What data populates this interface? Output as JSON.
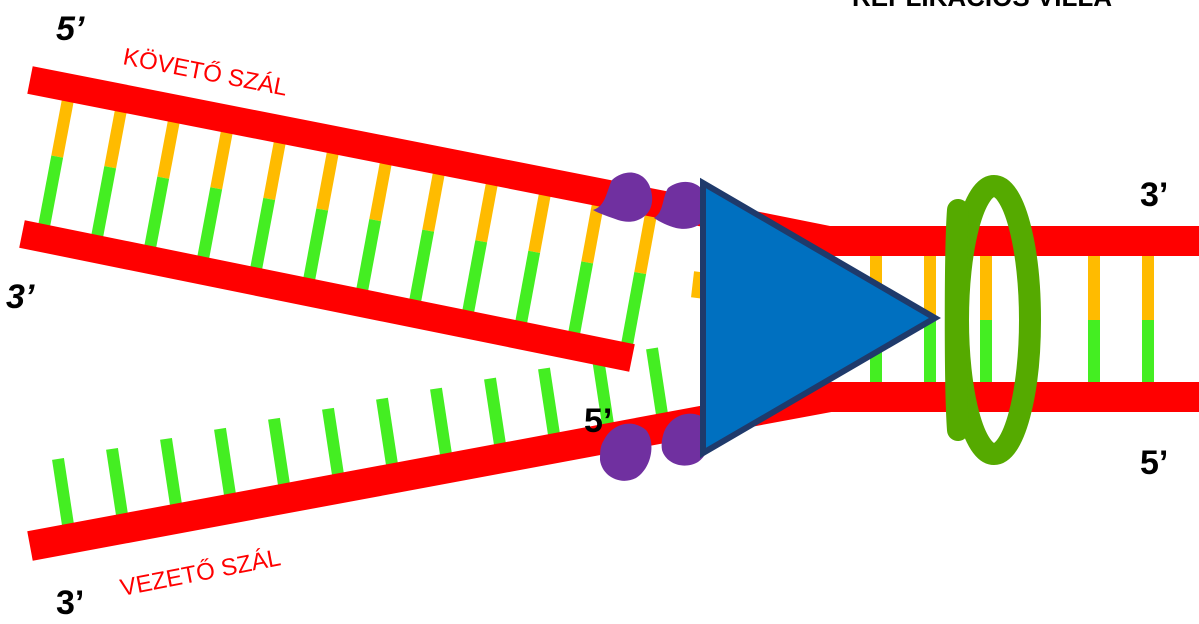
{
  "diagram": {
    "title_clipped": "REPLIKÁCIÓS VILLA",
    "lagging_strand_label": "KÖVETŐ SZÁL",
    "leading_strand_label": "VEZETŐ SZÁL",
    "end_labels": {
      "top_left": "5’",
      "mid_left": "3’",
      "bottom_left": "3’",
      "right_top": "3’",
      "right_bottom": "5’",
      "center": "5’"
    }
  },
  "colors": {
    "strand": "#ff0000",
    "base_yellow": "#ffbb00",
    "base_green": "#44ee22",
    "helicase": "#0070c0",
    "helicase_outline": "#1f3a6b",
    "clamp": "#55aa00",
    "protein": "#7030a0"
  },
  "icons": {
    "helicase": "triangle-icon",
    "clamp": "ring-icon",
    "ssb_protein": "blob-icon"
  }
}
